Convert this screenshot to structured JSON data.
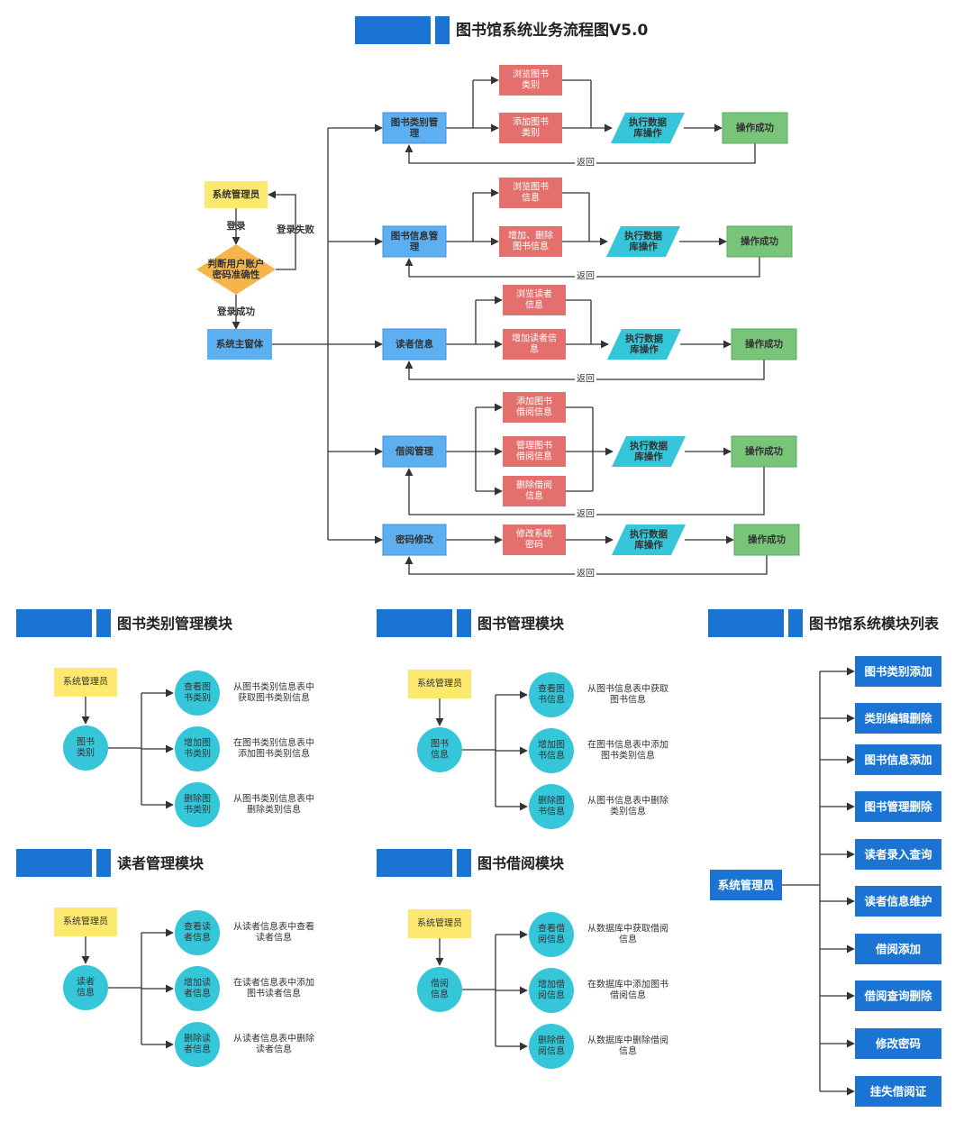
{
  "title": "图书馆系统业务流程图V5.0",
  "colors": {
    "banner": "#1b74d3",
    "blue_node": "#5cb0f2",
    "red_node": "#e3706d",
    "cyan_node": "#35c6da",
    "green_node": "#78c57a",
    "yellow_node": "#fde970",
    "orange_node": "#f6b54b",
    "list_button": "#1b74d3"
  },
  "main_flow": {
    "admin": "系统管理员",
    "login": "登录",
    "login_fail": "登录失败",
    "check": [
      "判断用户账户",
      "密码准确性"
    ],
    "login_success": "登录成功",
    "main_window": "系统主窗体",
    "return_label": "返回",
    "db_op": [
      "执行数据",
      "库操作"
    ],
    "success": "操作成功",
    "rows": [
      {
        "module": [
          "图书类别管",
          "理"
        ],
        "actions": [
          [
            "浏览图书",
            "类别"
          ],
          [
            "添加图书",
            "类别"
          ]
        ]
      },
      {
        "module": [
          "图书信息管",
          "理"
        ],
        "actions": [
          [
            "浏览图书",
            "信息"
          ],
          [
            "增加、删除",
            "图书信息"
          ]
        ]
      },
      {
        "module": [
          "读者信息"
        ],
        "actions": [
          [
            "浏览读者",
            "信息"
          ],
          [
            "增加读者信",
            "息"
          ]
        ]
      },
      {
        "module": [
          "借阅管理"
        ],
        "actions": [
          [
            "添加图书",
            "借阅信息"
          ],
          [
            "管理图书",
            "借阅信息"
          ],
          [
            "删除借阅",
            "信息"
          ]
        ]
      },
      {
        "module": [
          "密码修改"
        ],
        "actions": [
          [
            "修改系统",
            "密码"
          ]
        ]
      }
    ]
  },
  "modules": [
    {
      "title": "图书类别管理模块",
      "admin": "系统管理员",
      "center": [
        "图书",
        "类别"
      ],
      "items": [
        {
          "circle": [
            "查看图",
            "书类别"
          ],
          "desc": [
            "从图书类别信息表中",
            "获取图书类别信息"
          ]
        },
        {
          "circle": [
            "增加图",
            "书类别"
          ],
          "desc": [
            "在图书类别信息表中",
            "添加图书类别信息"
          ]
        },
        {
          "circle": [
            "删除图",
            "书类别"
          ],
          "desc": [
            "从图书类别信息表中",
            "删除类别信息"
          ]
        }
      ]
    },
    {
      "title": "图书管理模块",
      "admin": "系统管理员",
      "center": [
        "图书",
        "信息"
      ],
      "items": [
        {
          "circle": [
            "查看图",
            "书信息"
          ],
          "desc": [
            "从图书信息表中获取",
            "图书信息"
          ]
        },
        {
          "circle": [
            "增加图",
            "书信息"
          ],
          "desc": [
            "在图书信息表中添加",
            "图书类别信息"
          ]
        },
        {
          "circle": [
            "删除图",
            "书信息"
          ],
          "desc": [
            "从图书信息表中删除",
            "类别信息"
          ]
        }
      ]
    },
    {
      "title": "读者管理模块",
      "admin": "系统管理员",
      "center": [
        "读者",
        "信息"
      ],
      "items": [
        {
          "circle": [
            "查看读",
            "者信息"
          ],
          "desc": [
            "从读者信息表中查看",
            "读者信息"
          ]
        },
        {
          "circle": [
            "增加读",
            "者信息"
          ],
          "desc": [
            "在读者信息表中添加",
            "图书读者信息"
          ]
        },
        {
          "circle": [
            "删除读",
            "者信息"
          ],
          "desc": [
            "从读者信息表中删除",
            "读者信息"
          ]
        }
      ]
    },
    {
      "title": "图书借阅模块",
      "admin": "系统管理员",
      "center": [
        "借阅",
        "信息"
      ],
      "items": [
        {
          "circle": [
            "查看借",
            "阅信息"
          ],
          "desc": [
            "从数据库中获取借阅",
            "信息"
          ]
        },
        {
          "circle": [
            "增加借",
            "阅信息"
          ],
          "desc": [
            "在数据库中添加图书",
            "借阅信息"
          ]
        },
        {
          "circle": [
            "删除借",
            "阅信息"
          ],
          "desc": [
            "从数据库中删除借阅",
            "信息"
          ]
        }
      ]
    }
  ],
  "module_list": {
    "title": "图书馆系统模块列表",
    "admin": "系统管理员",
    "items": [
      "图书类别添加",
      "类别编辑删除",
      "图书信息添加",
      "图书管理删除",
      "读者录入查询",
      "读者信息维护",
      "借阅添加",
      "借阅查询删除",
      "修改密码",
      "挂失借阅证"
    ]
  }
}
